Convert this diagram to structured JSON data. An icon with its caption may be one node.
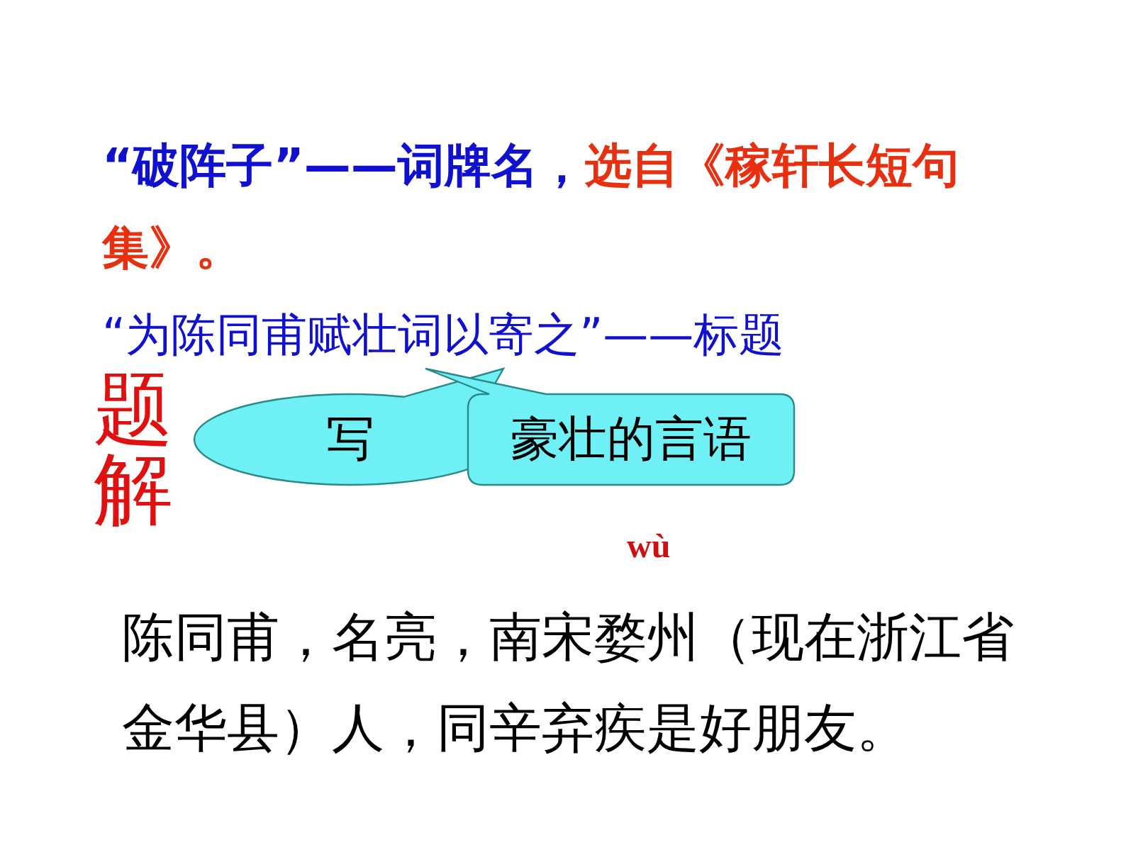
{
  "diagram": {
    "nodes": [
      {
        "text": [
          "写"
        ]
      },
      {
        "text": [
          "豪壮的言语"
        ]
      }
    ],
    "labels": [
      "“破阵子”——词牌名，",
      "选自《稼轩长短句集》。",
      "“为陈同甫赋壮词以寄之”——标题",
      "题解",
      "wù",
      "陈同甫，名亮，南宋婺州（现在浙江省金华县）人，同辛弃疾是好朋友。"
    ]
  }
}
